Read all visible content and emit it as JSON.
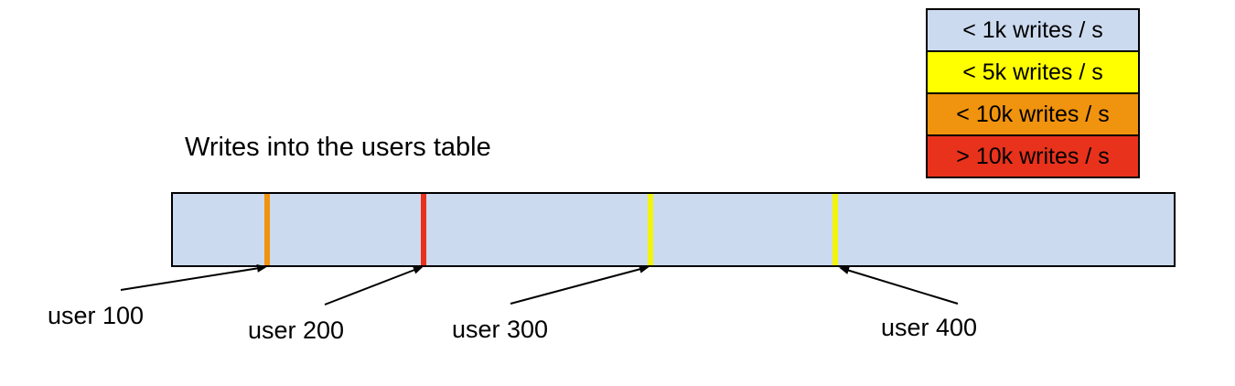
{
  "title": "Writes into the users table",
  "colors": {
    "bar_fill": "#ccdaef",
    "border": "#000000",
    "lt_1k": "#ccdaef",
    "lt_5k": "#ffff00",
    "lt_10k": "#f0930e",
    "gt_10k": "#e8321c"
  },
  "legend": {
    "items": [
      {
        "label": "< 1k writes / s",
        "color": "#ccdaef"
      },
      {
        "label": "< 5k writes / s",
        "color": "#ffff00"
      },
      {
        "label": "< 10k writes / s",
        "color": "#f0930e"
      },
      {
        "label": "> 10k writes / s",
        "color": "#e8321c"
      }
    ]
  },
  "bar": {
    "fill": "#ccdaef"
  },
  "markers": [
    {
      "user": "user 100",
      "rate_class": "< 10k writes / s",
      "color": "#f0930e"
    },
    {
      "user": "user 200",
      "rate_class": "> 10k writes / s",
      "color": "#e8321c"
    },
    {
      "user": "user 300",
      "rate_class": "< 5k writes / s",
      "color": "#f2f40b"
    },
    {
      "user": "user 400",
      "rate_class": "< 5k writes / s",
      "color": "#f2f40b"
    }
  ]
}
